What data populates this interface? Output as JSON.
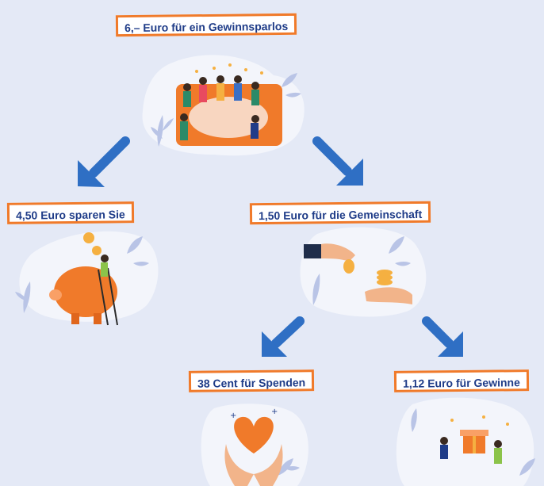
{
  "root": {
    "label": "6,– Euro für ein Gewinnsparlos"
  },
  "left": {
    "label": "4,50 Euro sparen Sie"
  },
  "right": {
    "label": "1,50 Euro für die Gemeinschaft"
  },
  "bottom_left": {
    "label": "38 Cent für Spenden"
  },
  "bottom_right": {
    "label": "1,12 Euro für Gewinne"
  },
  "colors": {
    "background": "#e4e9f6",
    "label_border": "#f07a2a",
    "label_text": "#1f3c88",
    "arrow": "#2f6fc4",
    "blob": "#ffffff",
    "accent": "#f07a2a"
  }
}
